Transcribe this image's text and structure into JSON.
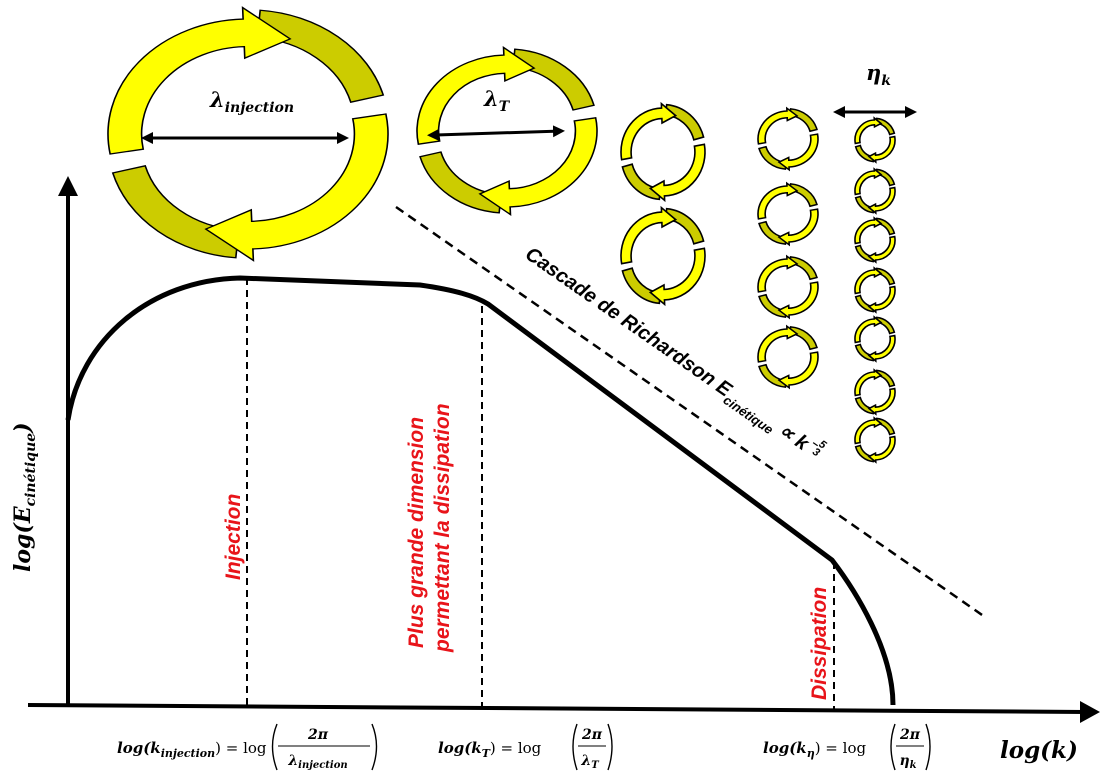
{
  "axes": {
    "x_label": "log(k)",
    "y_label_main": "log(E",
    "y_label_sub": "cinétique",
    "y_label_close": ")"
  },
  "eddies": {
    "injection_label": "λ",
    "injection_sub": "injection",
    "taylor_label": "λ",
    "taylor_sub": "T",
    "kolmogorov_label": "η",
    "kolmogorov_sub": "k"
  },
  "annotations": {
    "injection": "Injection",
    "largest_dissipation_1": "Plus grande dimension",
    "largest_dissipation_2": "permettant la dissipation",
    "dissipation": "Dissipation",
    "cascade_text": "Cascade de Richardson E",
    "cascade_sub": "cinétique",
    "cascade_prop": "∝ k",
    "cascade_exp_num": "5",
    "cascade_exp_den": "3",
    "cascade_exp_sign": "−"
  },
  "ticks": {
    "k_injection": {
      "lhs": "log(k",
      "lhs_sub": "injection",
      "eq": ") = log",
      "num": "2π",
      "den": "λ",
      "den_sub": "injection"
    },
    "k_T": {
      "lhs": "log(k",
      "lhs_sub": "T",
      "eq": ") = log",
      "num": "2π",
      "den": "λ",
      "den_sub": "T"
    },
    "k_eta": {
      "lhs": "log(k",
      "lhs_sub": "η",
      "eq": ") = log",
      "num": "2π",
      "den": "η",
      "den_sub": "k"
    }
  },
  "colors": {
    "eddy_fill": "#ffff00",
    "eddy_side": "#cccc00",
    "label_red": "#e8141a",
    "stroke": "#000000"
  }
}
